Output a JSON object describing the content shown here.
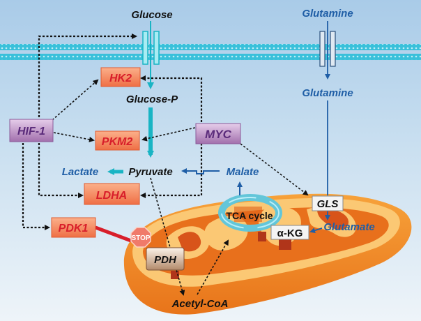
{
  "title": "Metabolic reprogramming: HIF-1 and MYC regulation of glycolysis and glutaminolysis",
  "colors": {
    "background_top": "#a9cbe8",
    "background_bottom": "#eef4f9",
    "membrane": "#3cc3dc",
    "glucose_flow": "#19b4c4",
    "glutamine_flow": "#1f5ea6",
    "enzyme_fill": "#f27a52",
    "enzyme_text": "#d81e2a",
    "regulator_fill": "#a475b0",
    "regulator_text": "#5a2a7a",
    "mito_outer": "#f28a1e",
    "mito_inner": "#fbc874",
    "mito_cristae": "#e0631a",
    "stop_fill": "#f07a6a",
    "inhibit_line": "#d81e2a",
    "tca_ring": "#63c6d9"
  },
  "metabolites": {
    "glucose": "Glucose",
    "glucose_p": "Glucose-P",
    "pyruvate": "Pyruvate",
    "lactate": "Lactate",
    "malate": "Malate",
    "acetyl_coa": "Acetyl-CoA",
    "glutamine_out": "Glutamine",
    "glutamine_in": "Glutamine",
    "glutamate": "Glutamate",
    "akg": "α-KG"
  },
  "enzymes": {
    "hk2": "HK2",
    "pkm2": "PKM2",
    "ldha": "LDHA",
    "pdk1": "PDK1",
    "pdh": "PDH",
    "gls": "GLS"
  },
  "regulators": {
    "hif1": "HIF-1",
    "myc": "MYC"
  },
  "labels": {
    "tca_cycle": "TCA cycle",
    "stop": "STOP"
  }
}
